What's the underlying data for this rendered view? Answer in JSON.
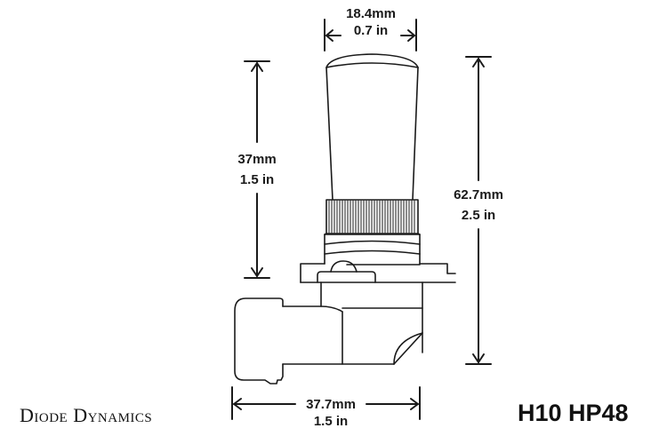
{
  "brand": "Diode Dynamics",
  "model": "H10 HP48",
  "dimensions": {
    "top_width": {
      "mm": "18.4mm",
      "in": "0.7 in"
    },
    "left_height": {
      "mm": "37mm",
      "in": "1.5 in"
    },
    "right_height": {
      "mm": "62.7mm",
      "in": "2.5 in"
    },
    "bottom_width": {
      "mm": "37.7mm",
      "in": "1.5 in"
    }
  },
  "colors": {
    "line": "#1a1a1a",
    "background": "#ffffff"
  }
}
